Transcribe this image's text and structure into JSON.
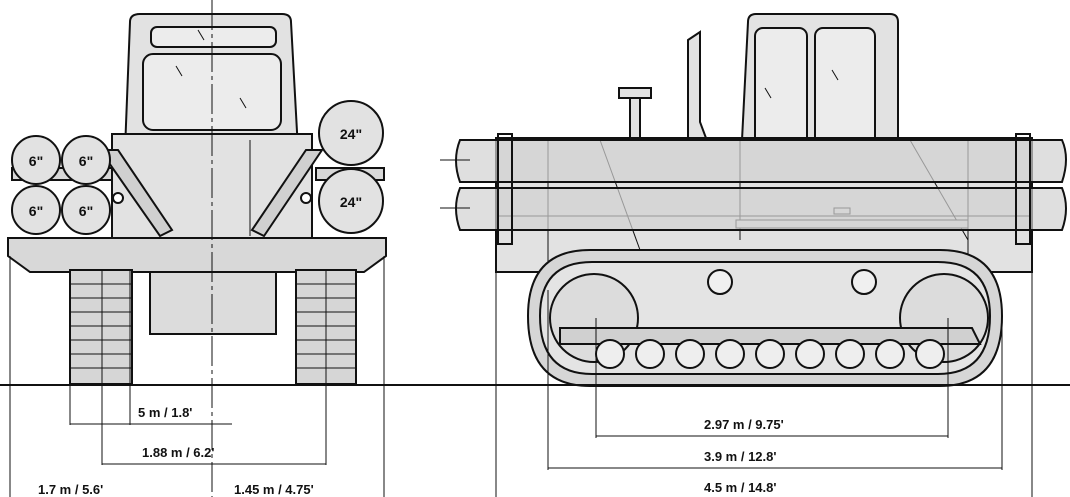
{
  "front_view": {
    "pipe_labels": {
      "top_left_1": "6\"",
      "top_left_2": "6\"",
      "bottom_left_1": "6\"",
      "bottom_left_2": "6\"",
      "top_right": "24\"",
      "bottom_right": "24\""
    },
    "dimensions": {
      "track_width": "5 m / 1.8'",
      "track_gauge": "1.88 m / 6.2'",
      "overall_width": "1.7 m / 5.6'",
      "half_width": "1.45 m / 4.75'"
    }
  },
  "side_view": {
    "dimensions": {
      "wheelbase": "2.97 m / 9.75'",
      "track_length": "3.9 m / 12.8'",
      "overall_length": "4.5 m / 14.8'"
    }
  },
  "colors": {
    "body_fill": "#e2e2e2",
    "track_fill": "#d6d6d6",
    "line": "#111111",
    "background": "#ffffff"
  }
}
